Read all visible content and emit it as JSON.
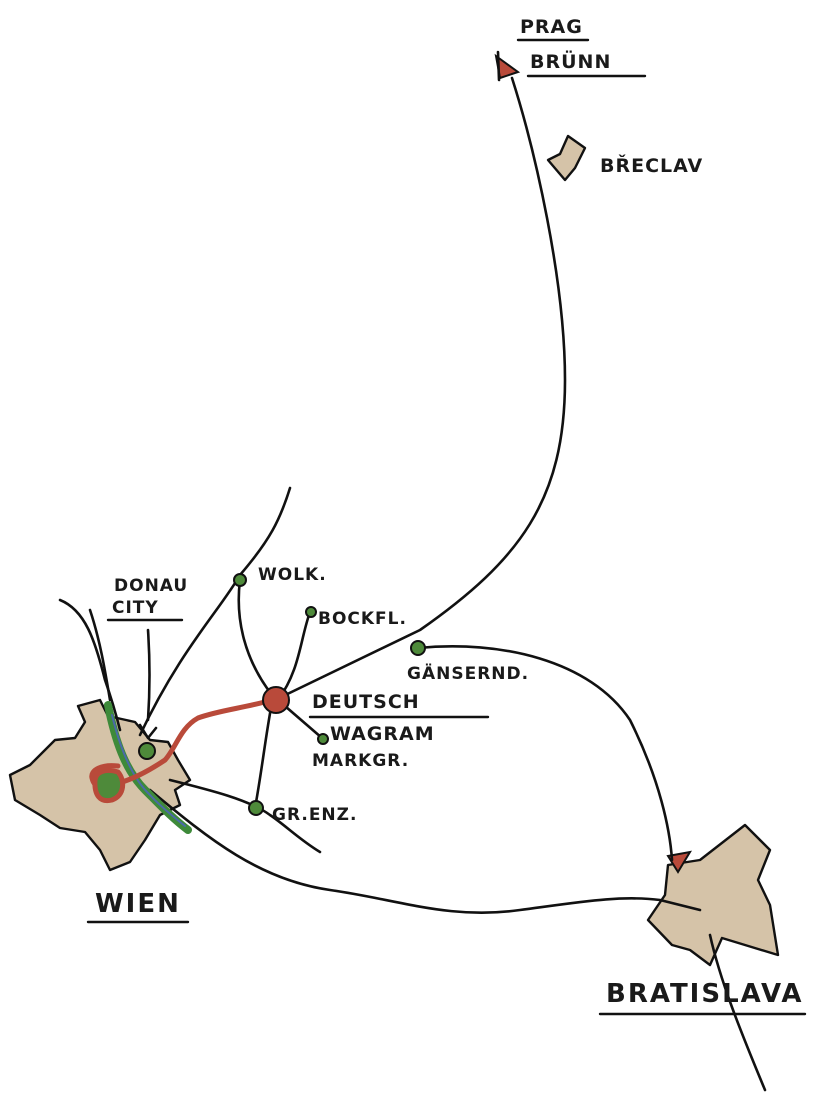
{
  "map": {
    "cities": {
      "wien": "WIEN",
      "bratislava": "BRATISLAVA"
    },
    "destinations": {
      "prag": "PRAG",
      "brunn": "BRÜNN",
      "breclav": "BŘECLAV"
    },
    "places": {
      "donau_city_line1": "DONAU",
      "donau_city_line2": "CITY",
      "wolk": "WOLK.",
      "bockfl": "BOCKFL.",
      "gaenserndorf": "GÄNSERND.",
      "deutsch_wagram_line1": "DEUTSCH",
      "deutsch_wagram_line2": "WAGRAM",
      "markgr": "MARKGR.",
      "gr_enz": "GR.ENZ."
    },
    "colors": {
      "city_fill": "#d5c3a8",
      "node_green": "#4e8a3a",
      "node_red": "#b94a3a",
      "river_green": "#3e8a3a",
      "river_blue": "#4a6aa8",
      "ink": "#111111"
    }
  }
}
